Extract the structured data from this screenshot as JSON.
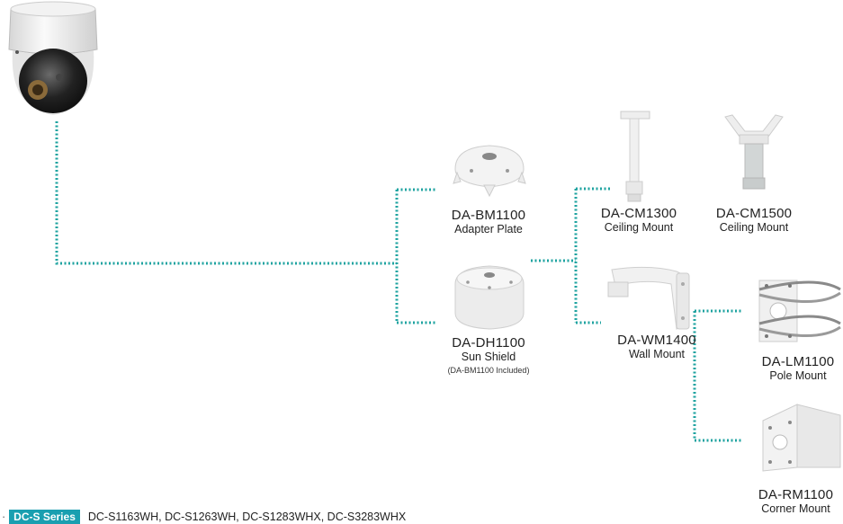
{
  "colors": {
    "connector": "#1fa3a0",
    "badge": "#1a9fb0"
  },
  "products": {
    "bm1100": {
      "code": "DA-BM1100",
      "desc": "Adapter Plate"
    },
    "dh1100": {
      "code": "DA-DH1100",
      "desc": "Sun Shield",
      "note": "(DA-BM1100 Included)"
    },
    "cm1300": {
      "code": "DA-CM1300",
      "desc": "Ceiling Mount"
    },
    "cm1500": {
      "code": "DA-CM1500",
      "desc": "Ceiling Mount"
    },
    "wm1400": {
      "code": "DA-WM1400",
      "desc": "Wall Mount"
    },
    "lm1100": {
      "code": "DA-LM1100",
      "desc": "Pole Mount"
    },
    "rm1100": {
      "code": "DA-RM1100",
      "desc": "Corner Mount"
    }
  },
  "series": {
    "bullet": "·",
    "badge": "DC-S Series",
    "models": "DC-S1163WH, DC-S1263WH, DC-S1283WHX, DC-S3283WHX"
  }
}
